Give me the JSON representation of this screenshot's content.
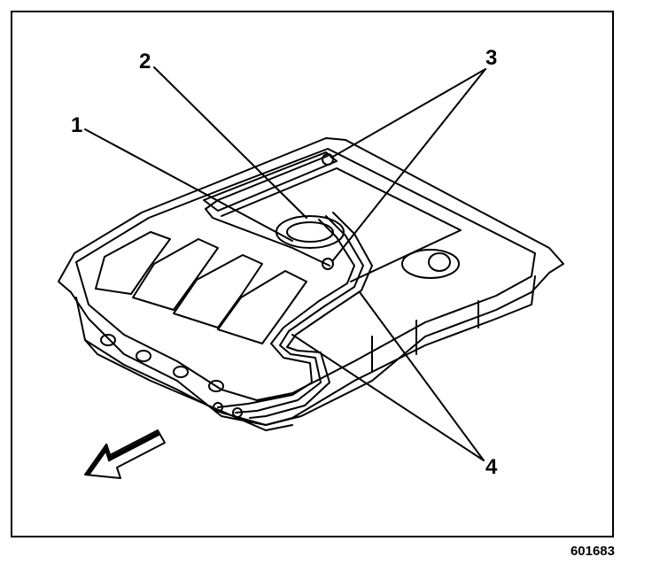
{
  "callouts": {
    "c1": "1",
    "c2": "2",
    "c3": "3",
    "c4": "4"
  },
  "figure_number": "601683",
  "colors": {
    "ink": "#000000",
    "paper": "#ffffff",
    "tank_fill": "#ffffff"
  },
  "icons": {
    "direction_arrow": "front-direction-arrow-icon"
  }
}
